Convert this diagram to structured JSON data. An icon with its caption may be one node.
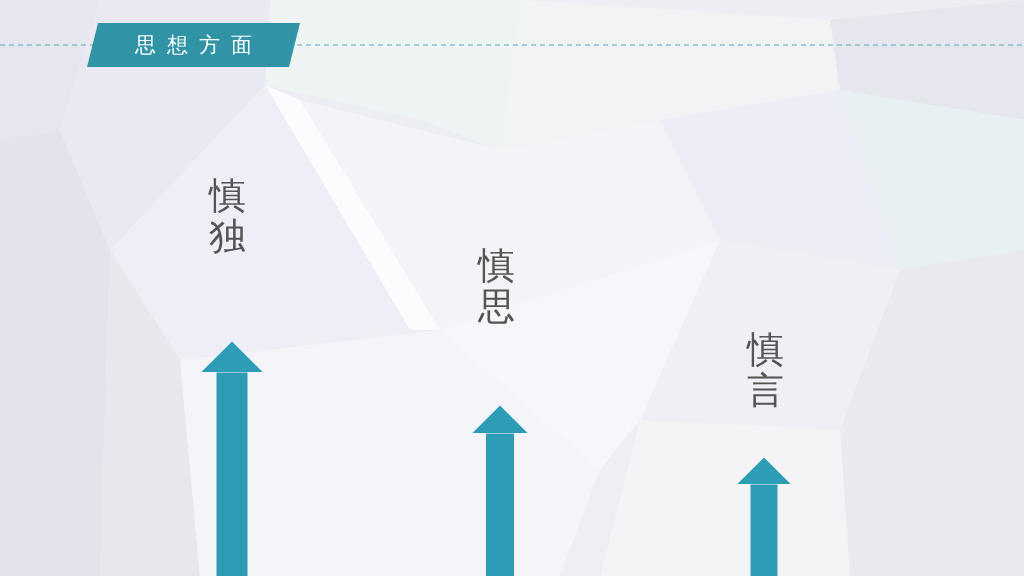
{
  "diagram": {
    "nodes": [
      {
        "text": [
          "思想方面"
        ]
      },
      {
        "text": [
          "慎独"
        ]
      },
      {
        "text": [
          "慎思"
        ]
      },
      {
        "text": [
          "慎言"
        ]
      }
    ],
    "edges": [
      {
        "from": null,
        "to": 1,
        "arrow": "to"
      },
      {
        "from": null,
        "to": 2,
        "arrow": "to"
      },
      {
        "from": null,
        "to": 3,
        "arrow": "to"
      }
    ]
  }
}
